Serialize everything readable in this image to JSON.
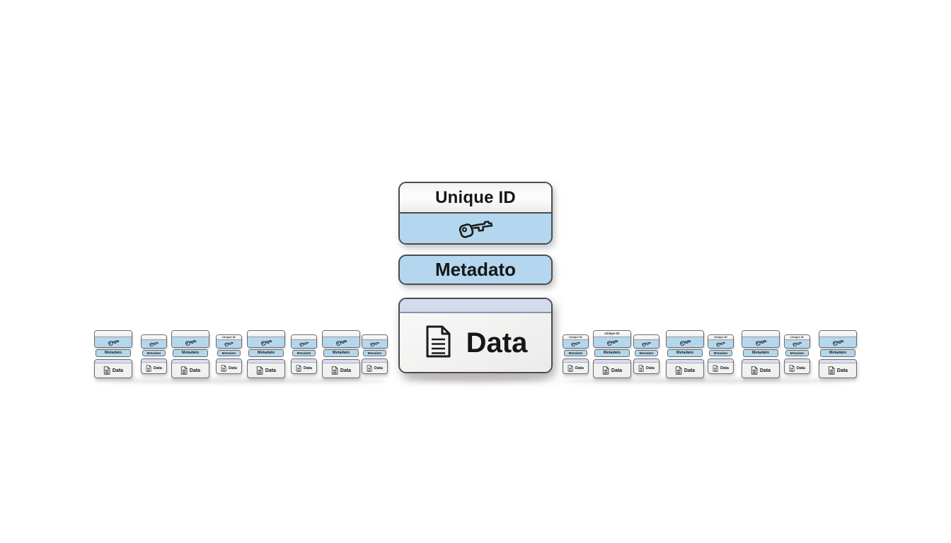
{
  "palette": {
    "blue": "#b4d6ee",
    "data_strip_blue": "#d2daec",
    "card_light": "#f2f2f1",
    "border_dark": "#4c4c4c",
    "text": "#161616"
  },
  "central": {
    "unique_card": {
      "title": "Unique ID",
      "icon": "key-icon"
    },
    "metadato_card": {
      "label": "Metadato"
    },
    "data_card": {
      "label": "Data",
      "icon": "document-icon"
    }
  },
  "mini": {
    "unique_label": "Unique ID",
    "metadato_label": "Metadato",
    "data_label": "Data",
    "key_icon": "key-icon",
    "doc_icon": "document-icon"
  },
  "rows": {
    "left": [
      {
        "size": "large",
        "unique_label": false
      },
      {
        "size": "small",
        "unique_label": false
      },
      {
        "size": "large",
        "unique_label": false
      },
      {
        "size": "small",
        "unique_label": true
      },
      {
        "size": "large",
        "unique_label": false
      },
      {
        "size": "small",
        "unique_label": false
      },
      {
        "size": "large",
        "unique_label": false
      },
      {
        "size": "small",
        "unique_label": false
      }
    ],
    "right": [
      {
        "size": "small",
        "unique_label": true
      },
      {
        "size": "large",
        "unique_label": true
      },
      {
        "size": "small",
        "unique_label": false
      },
      {
        "size": "large",
        "unique_label": false
      },
      {
        "size": "small",
        "unique_label": true
      },
      {
        "size": "large",
        "unique_label": false
      },
      {
        "size": "small",
        "unique_label": true
      },
      {
        "size": "large",
        "unique_label": false
      }
    ]
  }
}
